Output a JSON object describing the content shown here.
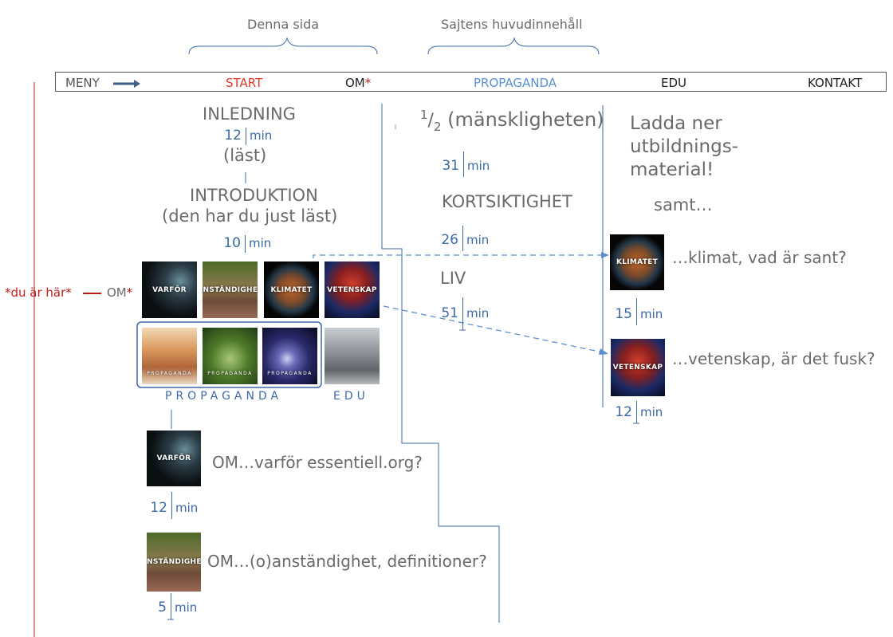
{
  "brackets": {
    "this_page": "Denna sida",
    "main_content": "Sajtens huvudinnehåll"
  },
  "menu": {
    "meny": "MENY",
    "start": "START",
    "om": "OM",
    "om_star": "*",
    "propaganda": "PROPAGANDA",
    "edu": "EDU",
    "kontakt": "KONTAKT"
  },
  "left_column": {
    "inledning": "INLEDNING",
    "inledning_min": "12",
    "inledning_status": "(läst)",
    "introduktion": "INTRODUKTION",
    "introduktion_note": "(den har du just läst)",
    "introduktion_min": "10",
    "you_are_here": "*du är här*",
    "dash": "—",
    "om": "OM",
    "om_star": "*"
  },
  "thumbnails": {
    "varfor": "VARFÖR",
    "anstandighet": "ANSTÄNDIGHET",
    "klimatet": "KLIMATET",
    "vetenskap": "VETENSKAP",
    "propaganda_caption": "PROPAGANDA",
    "edu_caption": "EDU",
    "propaganda_small": "PROPAGANDA"
  },
  "om_items": {
    "varfor": "OM…varför essentiell.org?",
    "varfor_min": "12",
    "anstandighet": "OM…(o)anständighet, definitioner?",
    "anstandighet_min": "5"
  },
  "propaganda_column": {
    "half_num": "1",
    "half_den": "2",
    "half_label": "(mänskligheten)",
    "half_min": "31",
    "kortsiktighet": "KORTSIKTIGHET",
    "kortsiktighet_min": "26",
    "liv": "LIV",
    "liv_min": "51"
  },
  "edu_column": {
    "download_line1": "Ladda ner",
    "download_line2": "utbildnings-",
    "download_line3": "material!",
    "samt": "samt…",
    "klimat_q": "…klimat, vad är sant?",
    "klimat_min": "15",
    "vetenskap_q": "…vetenskap, är det fusk?",
    "vetenskap_min": "12"
  },
  "unit": "min",
  "colors": {
    "accent_blue": "#3b6aa6",
    "start_red": "#e0392b",
    "propaganda_blue": "#5b8fd0",
    "marker_red": "#c11a1a"
  }
}
